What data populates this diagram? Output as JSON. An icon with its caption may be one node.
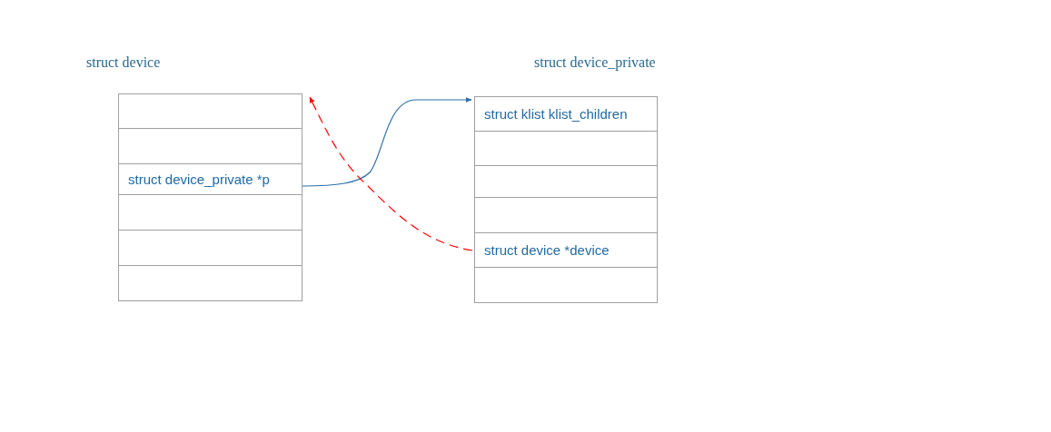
{
  "diagram": {
    "nodes": [
      {
        "text": [
          "struct device"
        ]
      },
      {
        "text": [],
        "shape": "box",
        "in": 0
      },
      {
        "text": [],
        "shape": "box",
        "in": 0
      },
      {
        "text": [
          "struct device_private *p"
        ],
        "in": 0
      },
      {
        "text": [],
        "shape": "box",
        "in": 0
      },
      {
        "text": [],
        "shape": "box",
        "in": 0
      },
      {
        "text": [],
        "shape": "box",
        "in": 0
      },
      {
        "text": [
          "struct device_private"
        ]
      },
      {
        "text": [
          "struct klist klist_children"
        ],
        "in": 7
      },
      {
        "text": [],
        "shape": "box",
        "in": 7
      },
      {
        "text": [],
        "shape": "box",
        "in": 7
      },
      {
        "text": [],
        "shape": "box",
        "in": 7
      },
      {
        "text": [
          "struct device *device"
        ],
        "in": 7
      },
      {
        "text": [],
        "shape": "box",
        "in": 7
      }
    ],
    "edges": [
      {
        "from": 3,
        "to": 7,
        "arrow": "to"
      },
      {
        "from": 12,
        "to": 0,
        "arrow": "to",
        "style": "dashed",
        "color": "#ff0000"
      }
    ]
  }
}
